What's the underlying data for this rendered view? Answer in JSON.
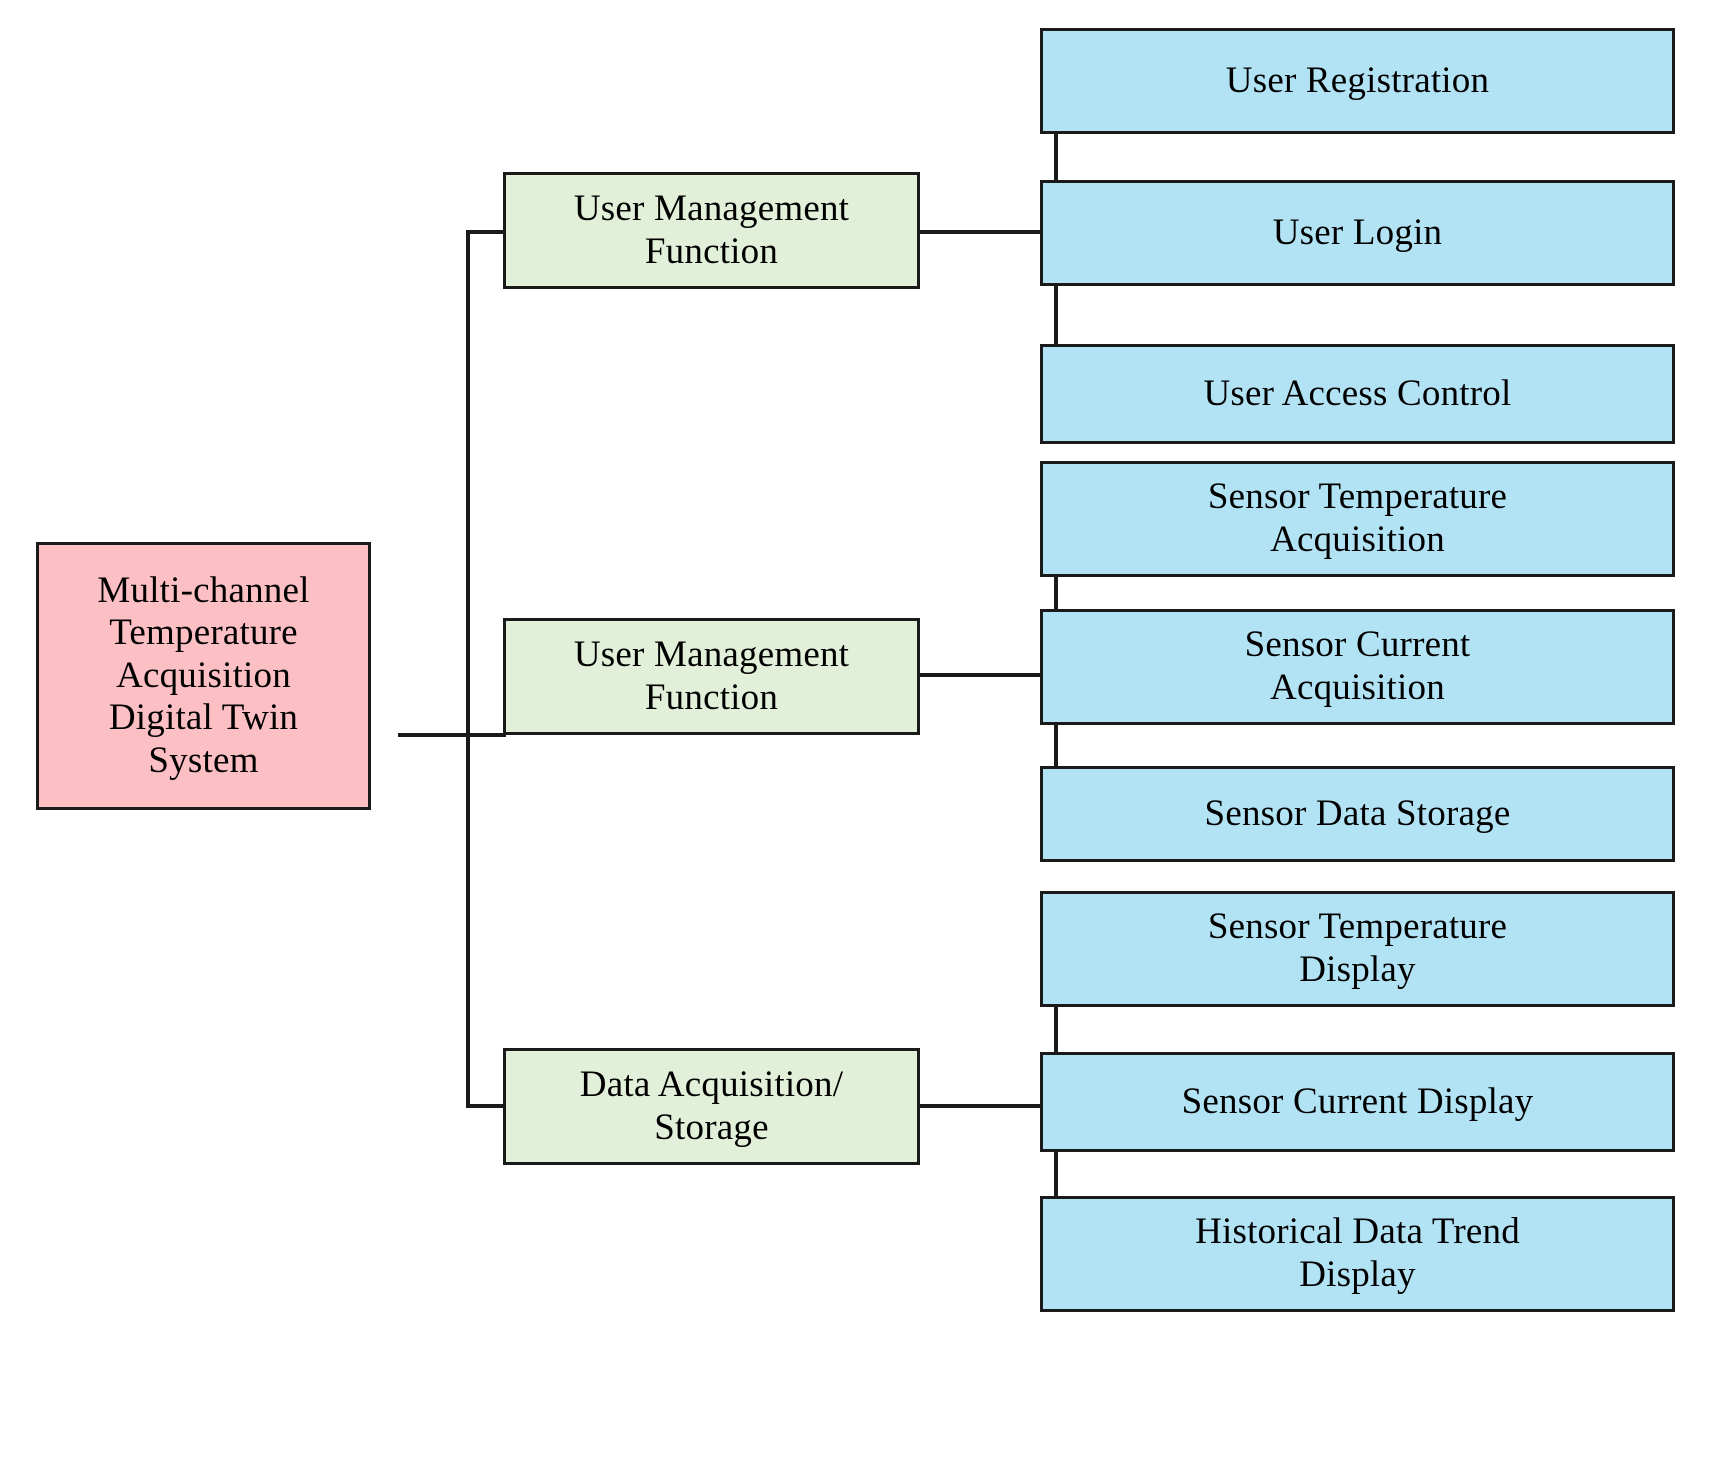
{
  "diagram": {
    "type": "tree-hierarchy",
    "title": "Multi-channel Temperature Acquisition Digital Twin System function tree",
    "colors": {
      "root_fill": "#fcbfc3",
      "branch_fill": "#e2efd9",
      "leaf_fill": "#b2e3f5",
      "stroke": "#1a1a1a",
      "background": "#ffffff",
      "text": "#000000"
    },
    "root": {
      "label": "Multi-channel\nTemperature\nAcquisition\nDigital Twin\nSystem"
    },
    "branches": [
      {
        "label": "User Management\nFunction",
        "leaves": [
          {
            "label": "User Registration"
          },
          {
            "label": "User Login"
          },
          {
            "label": "User Access Control"
          }
        ]
      },
      {
        "label": "User Management\nFunction",
        "leaves": [
          {
            "label": "Sensor Temperature\nAcquisition"
          },
          {
            "label": "Sensor Current\nAcquisition"
          },
          {
            "label": "Sensor Data Storage"
          }
        ]
      },
      {
        "label": "Data Acquisition/\nStorage",
        "leaves": [
          {
            "label": "Sensor Temperature\nDisplay"
          },
          {
            "label": "Sensor Current Display"
          },
          {
            "label": "Historical Data Trend\nDisplay"
          }
        ]
      }
    ]
  }
}
